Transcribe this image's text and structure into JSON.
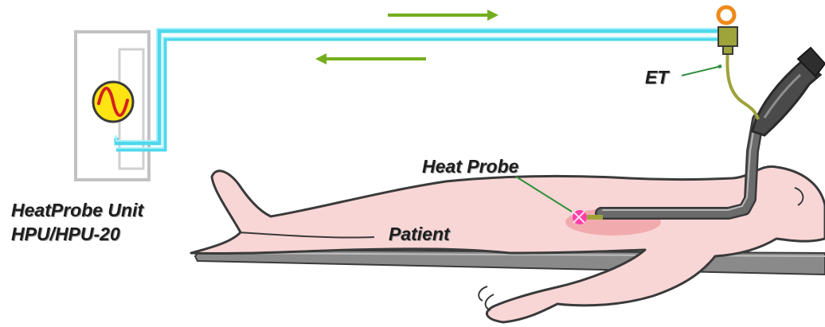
{
  "labels": {
    "unit_line1": "HeatProbe Unit",
    "unit_line2": "HPU/HPU-20",
    "et": "ET",
    "heat_probe": "Heat Probe",
    "patient": "Patient"
  },
  "icons": {
    "generator": "ac-sine-wave-icon",
    "flow_right": "arrow-right-icon",
    "flow_left": "arrow-left-icon",
    "endoscope_control": "endoscope-handle-icon"
  },
  "colors": {
    "cable": "#4fd8ec",
    "arrow": "#74ae1e",
    "skin": "#f9d6d6",
    "skin_outline": "#3a3a3a",
    "table": "#8a8a8a",
    "generator": "#ffe413",
    "probe_tip": "#ff3fa9",
    "scope": "#4a4a4a",
    "tube": "#9ea33a",
    "ring": "#f08a1a"
  }
}
